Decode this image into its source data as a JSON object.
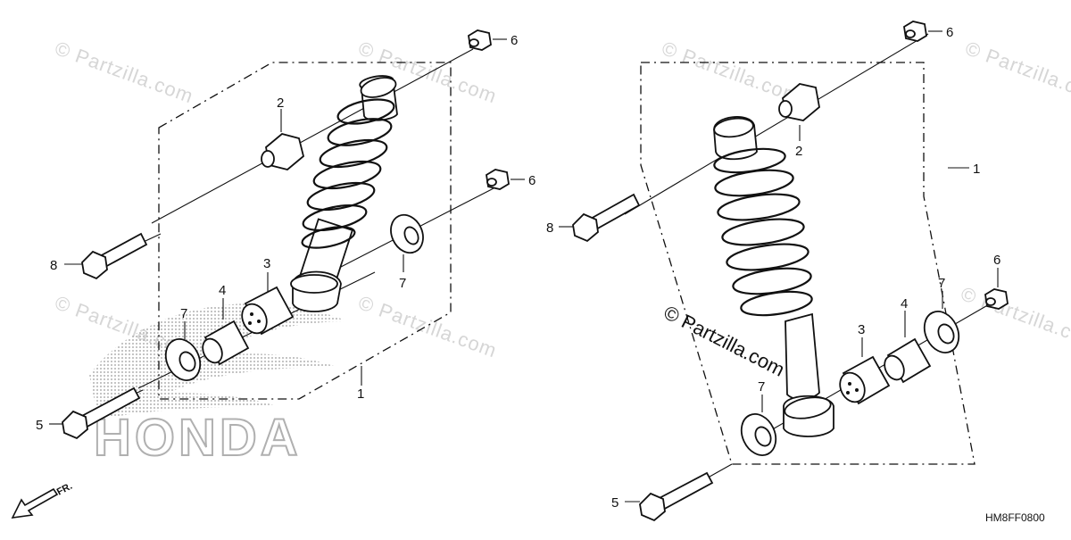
{
  "watermark_text": "© Partzilla.com",
  "copyright_text": "© Partzilla.com",
  "brand_logo_text": "HONDA",
  "front_arrow_label": "FR.",
  "diagram_id": "HM8FF0800",
  "left_callouts": {
    "c1": "1",
    "c2": "2",
    "c3": "3",
    "c4": "4",
    "c5": "5",
    "c6a": "6",
    "c6b": "6",
    "c7a": "7",
    "c7b": "7",
    "c8": "8"
  },
  "right_callouts": {
    "c1": "1",
    "c2": "2",
    "c3": "3",
    "c4": "4",
    "c5": "5",
    "c6a": "6",
    "c6b": "6",
    "c7a": "7",
    "c7b": "7",
    "c8": "8"
  }
}
